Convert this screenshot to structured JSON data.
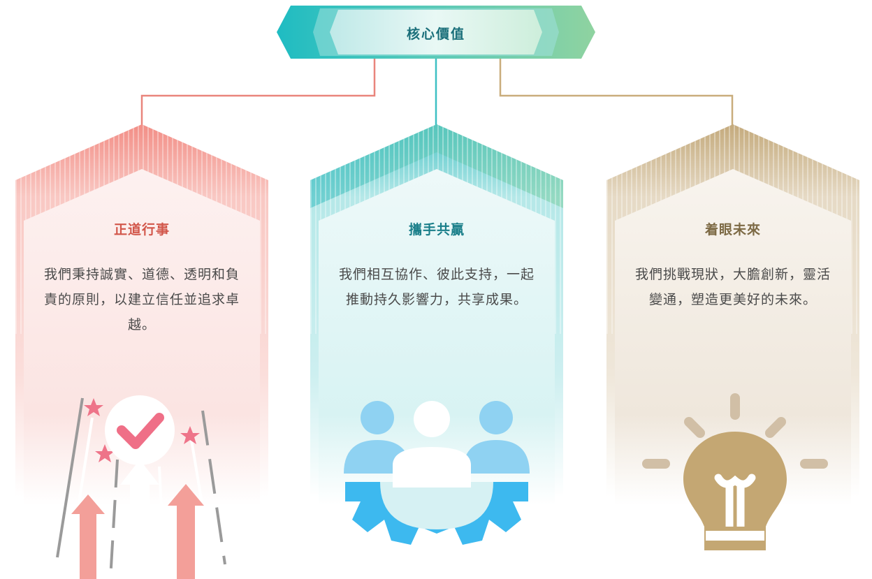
{
  "header": {
    "title": "核心價值"
  },
  "cards": [
    {
      "title": "正道行事",
      "body": "我們秉持誠實、道德、透明和負責的原則，以建立信任並追求卓越。",
      "icon": "checkmark-arrows-icon",
      "accent": "#f0908a"
    },
    {
      "title": "攜手共贏",
      "body": "我們相互協作、彼此支持，一起推動持久影響力，共享成果。",
      "icon": "team-gear-icon",
      "accent": "#4fc4c8"
    },
    {
      "title": "着眼未來",
      "body": "我們挑戰現狀，大膽創新，靈活變通，塑造更美好的未來。",
      "icon": "lightbulb-icon",
      "accent": "#c4a97a"
    }
  ],
  "colors": {
    "banner_left": "#24bfc2",
    "banner_right": "#8fd3a0",
    "connector_red": "#e9857c",
    "connector_teal": "#3dbfc3",
    "connector_gold": "#c9ad7c"
  }
}
